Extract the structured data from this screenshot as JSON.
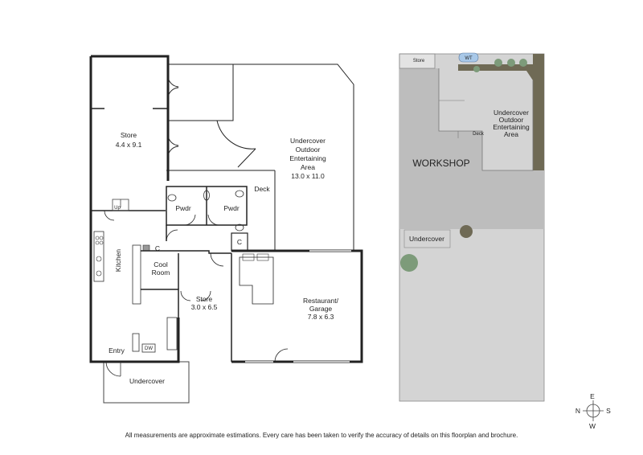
{
  "left_plan": {
    "rooms": {
      "store_main": {
        "name": "Store",
        "dims": "4.4 x 9.1"
      },
      "outdoor": {
        "line1": "Undercover",
        "line2": "Outdoor",
        "line3": "Entertaining",
        "line4": "Area",
        "dims": "13.0 x 11.0"
      },
      "deck": {
        "name": "Deck"
      },
      "pwdr_1": {
        "name": "Pwdr"
      },
      "pwdr_2": {
        "name": "Pwdr"
      },
      "c_1": {
        "name": "C"
      },
      "c_2": {
        "name": "C"
      },
      "kitchen": {
        "name": "Kitchen"
      },
      "cool_room": {
        "line1": "Cool",
        "line2": "Room"
      },
      "store_small": {
        "name": "Store",
        "dims": "3.0 x 6.5"
      },
      "restaurant": {
        "line1": "Restaurant/",
        "line2": "Garage",
        "dims": "7.8 x 6.3"
      },
      "entry": {
        "name": "Entry"
      },
      "dw": {
        "name": "DW"
      },
      "up": {
        "name": "Up"
      },
      "undercover": {
        "name": "Undercover"
      }
    }
  },
  "right_plan": {
    "store": "Store",
    "wt": "WT",
    "outdoor": {
      "line1": "Undercover",
      "line2": "Outdoor",
      "line3": "Entertaining",
      "line4": "Area"
    },
    "deck": "Deck",
    "workshop": "WORKSHOP",
    "undercover": "Undercover"
  },
  "compass": {
    "n": "N",
    "e": "E",
    "s": "S",
    "w": "W"
  },
  "disclaimer": "All measurements are approximate estimations. Every care has been taken to verify the accuracy of details on this floorplan and brochure.",
  "colors": {
    "site": "#d4d4d4",
    "building": "#bdbdbd",
    "garden": "#6f6a55",
    "tree": "#7d9b7a",
    "wt": "#a8c8e8"
  }
}
